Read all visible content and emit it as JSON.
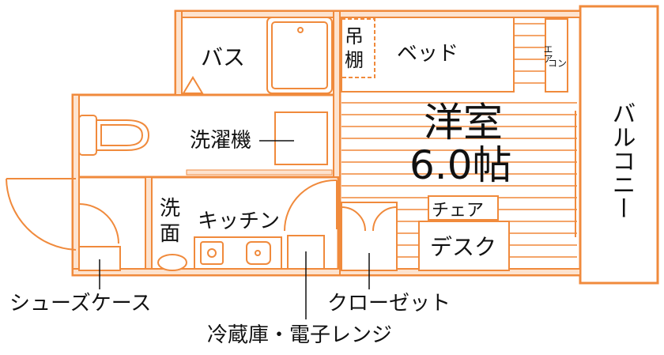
{
  "colors": {
    "wall": "#f08a3c",
    "wall_fill": "#fde3cf",
    "floor_lines": "#f4a56a",
    "text": "#111111",
    "background": "#ffffff"
  },
  "rooms": {
    "bath": "バス",
    "loft_shelf_line1": "吊",
    "loft_shelf_line2": "棚",
    "bed": "ベッド",
    "aircon_line1": "エア",
    "aircon_line2": "コン",
    "washer": "洗濯機",
    "western_room": "洋室",
    "western_room_size": "6.0帖",
    "balcony": "バルコニー",
    "wash_line1": "洗",
    "wash_line2": "面",
    "kitchen": "キッチン",
    "chair": "チェア",
    "desk": "デスク"
  },
  "callouts": {
    "shoe_case": "シューズケース",
    "closet": "クローゼット",
    "fridge_microwave": "冷蔵庫・電子レンジ"
  }
}
